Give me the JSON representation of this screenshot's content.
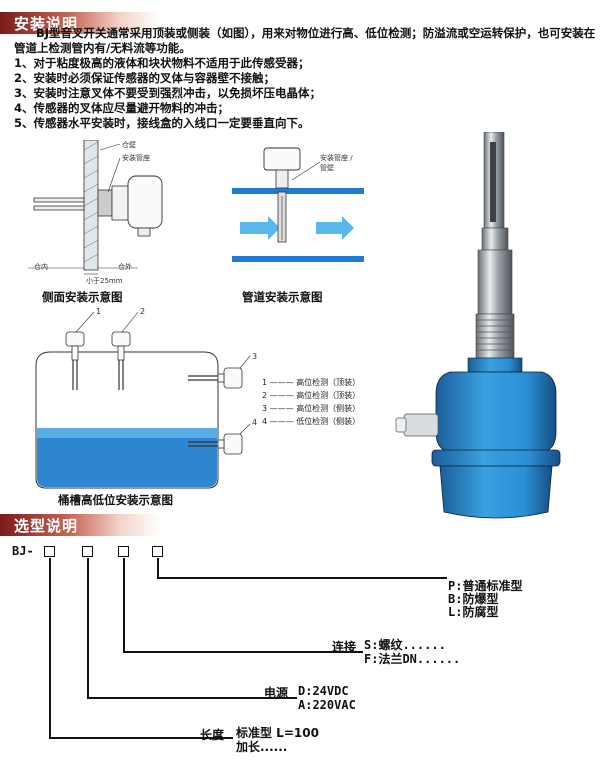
{
  "install": {
    "heading": "安装说明",
    "intro": "BJ型音叉开关通常采用顶装或侧装（如图），用来对物位进行高、低位检测；防溢流或空运转保护，也可安装在管道上检测管内有/无料流等功能。",
    "notes": [
      "1、对于粘度极高的液体和块状物料不适用于此传感受器；",
      "2、安装时必须保证传感器的叉体与容器壁不接触；",
      "3、安装时注意叉体不要受到强烈冲击，以免损坏压电晶体；",
      "4、传感器的叉体应尽量避开物料的冲击；",
      "5、传感器水平安装时，接线盒的入线口一定要垂直向下。"
    ]
  },
  "side_diagram": {
    "caption": "侧面安装示意图",
    "label_wall": "仓壁",
    "label_seat": "安装管座",
    "label_inside": "仓内",
    "label_outside": "仓外",
    "label_dim": "小于25mm"
  },
  "pipe_diagram": {
    "caption": "管道安装示意图",
    "label_pipe": "安装管座 / 管壁"
  },
  "tank_diagram": {
    "caption": "桶槽高低位安装示意图",
    "markers": [
      "1",
      "2",
      "3",
      "4"
    ],
    "legend": [
      {
        "num": "1",
        "text": "高位检测（顶装）"
      },
      {
        "num": "2",
        "text": "高位检测（顶装）"
      },
      {
        "num": "3",
        "text": "高位检测（侧装）"
      },
      {
        "num": "4",
        "text": "低位检测（侧装）"
      }
    ]
  },
  "selection": {
    "heading": "选型说明",
    "model_prefix": "BJ-",
    "type_options": [
      "P:普通标准型",
      "B:防爆型",
      "L:防腐型"
    ],
    "conn_label": "连接",
    "conn_options": [
      "S:螺纹......",
      "F:法兰DN......"
    ],
    "power_label": "电源",
    "power_options": [
      "D:24VDC",
      "A:220VAC"
    ],
    "length_label": "长度",
    "length_options": [
      "标准型 L=100",
      "加长......"
    ]
  },
  "colors": {
    "accent": "#7a1a1a",
    "liquid": "#2e86d1",
    "pipe": "#1f7bd6",
    "device_blue": "#2c8fd6"
  }
}
